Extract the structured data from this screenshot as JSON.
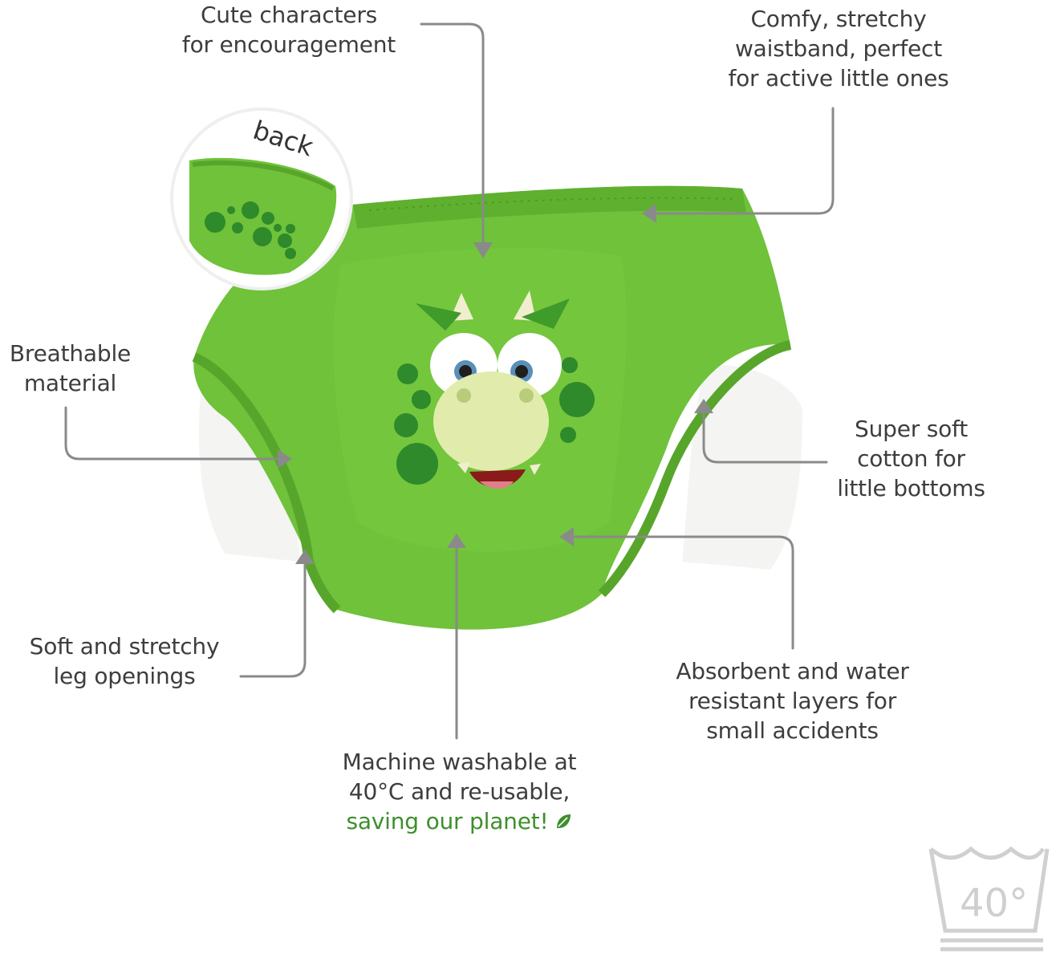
{
  "colors": {
    "garment": "#6fc23a",
    "garment_dark": "#58a52b",
    "accent_green": "#3e8f2c",
    "arrow": "#8a8a8a",
    "text": "#3d3d3d"
  },
  "back_badge": {
    "label": "back"
  },
  "callouts": {
    "characters": {
      "lines": [
        "Cute characters",
        "for encouragement"
      ]
    },
    "waistband": {
      "lines": [
        "Comfy, stretchy",
        "waistband, perfect",
        "for active little ones"
      ]
    },
    "breathable": {
      "lines": [
        "Breathable",
        "material"
      ]
    },
    "cotton": {
      "lines": [
        "Super soft",
        "cotton for",
        "little bottoms"
      ]
    },
    "leg": {
      "lines": [
        "Soft and stretchy",
        "leg openings"
      ]
    },
    "absorbent": {
      "lines": [
        "Absorbent and water",
        "resistant layers for",
        "small accidents"
      ]
    },
    "washable": {
      "lines": [
        "Machine washable at",
        "40°C and re-usable,"
      ],
      "highlight": "saving our planet!"
    }
  },
  "wash_symbol": {
    "label": "40°",
    "icon": "wash-tub-icon"
  },
  "icons": [
    "leaf-icon",
    "dino-face-icon",
    "wash-tub-icon"
  ]
}
